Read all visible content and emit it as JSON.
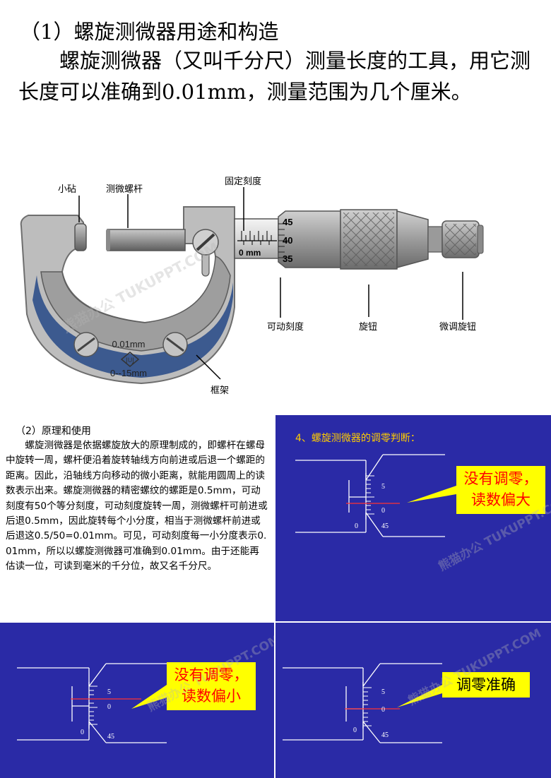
{
  "heading": "（1）螺旋测微器用途和构造",
  "intro": "螺旋测微器（又叫千分尺）测量长度的工具，用它测长度可以准确到0.01mm，测量范围为几个厘米。",
  "diagram": {
    "labels": {
      "anvil": "小砧",
      "spindle": "测微螺杆",
      "fixed_scale": "固定刻度",
      "movable_scale": "可动刻度",
      "knob": "旋钮",
      "fine_knob": "微调旋钮",
      "frame": "框架"
    },
    "sleeve_numbers": [
      "45",
      "40",
      "35"
    ],
    "sleeve_zero": "0 mm",
    "frame_plate": {
      "resolution": "0.01mm",
      "range": "0--15mm"
    }
  },
  "principle": {
    "title": "（2）原理和使用",
    "body": "螺旋测微器是依据螺旋放大的原理制成的，即螺杆在螺母中旋转一周，螺杆便沿着旋转轴线方向前进或后退一个螺距的距离。因此，沿轴线方向移动的微小距离，就能用圆周上的读数表示出来。螺旋测微器的精密螺纹的螺距是0.5mm，可动刻度有50个等分刻度，可动刻度旋转一周，测微螺杆可前进或后退0.5mm，因此旋转每个小分度，相当于测微螺杆前进或后退这0.5/50=0.01mm。可见，可动刻度每一小分度表示0.01mm，所以以螺旋测微器可准确到0.01mm。由于还能再估读一位，可读到毫米的千分位，故又名千分尺。"
  },
  "zero_check": {
    "title": "4、螺旋测微器的调零判断：",
    "panels": [
      {
        "callout": [
          "没有调零，",
          "读数偏大"
        ],
        "scale": [
          "5",
          "0",
          "45"
        ],
        "fixed_zero": "0"
      },
      {
        "callout": [
          "没有调零，",
          "读数偏小"
        ],
        "scale": [
          "5",
          "0",
          "45"
        ],
        "fixed_zero": "0"
      },
      {
        "callout": [
          "调零准确"
        ],
        "scale": [
          "5",
          "0",
          "45"
        ],
        "fixed_zero": "0"
      }
    ]
  },
  "watermark": "熊猫办公 TUKUPPT.COM",
  "colors": {
    "panel_bg": "#2a2aa6",
    "callout_bg": "#ffff00",
    "alert_text": "#ff0000",
    "title_yellow": "#ffcc00"
  }
}
